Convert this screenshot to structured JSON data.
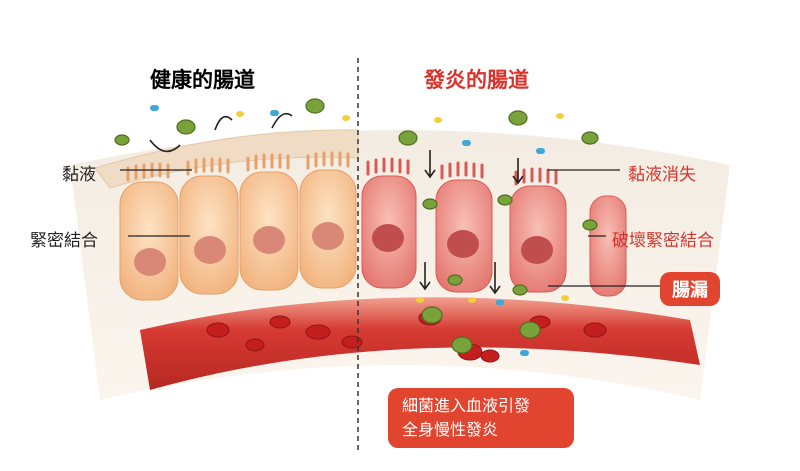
{
  "titles": {
    "healthy": "健康的腸道",
    "inflamed": "發炎的腸道"
  },
  "labels_left": {
    "mucus": "黏液",
    "tight_junction": "緊密結合"
  },
  "labels_right": {
    "mucus_loss": "黏液消失",
    "junction_broken": "破壞緊密結合"
  },
  "badge": "腸漏",
  "callout": {
    "line1": "細菌進入血液引發",
    "line2": "全身慢性發炎"
  },
  "colors": {
    "title_left": "#222222",
    "title_right": "#d9342b",
    "cell_healthy": "#f6c898",
    "cell_inflamed": "#ef8c8c",
    "blood": "#d93a3a",
    "accent": "#e2452f"
  }
}
